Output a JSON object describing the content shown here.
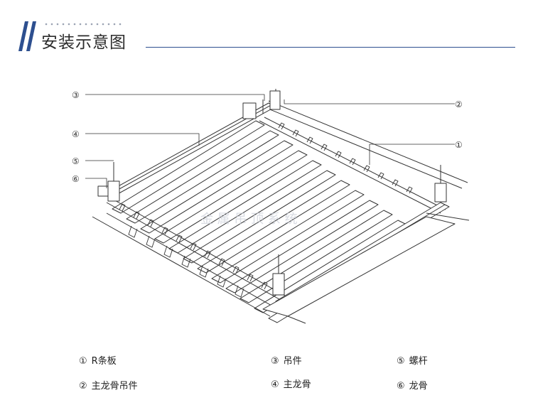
{
  "header": {
    "title": "安装示意图"
  },
  "colors": {
    "accent": "#2d4f8f",
    "line": "#333333"
  },
  "callouts": [
    {
      "num": "③"
    },
    {
      "num": "②"
    },
    {
      "num": "④"
    },
    {
      "num": "①"
    },
    {
      "num": "⑤"
    },
    {
      "num": "⑥"
    }
  ],
  "watermark": {
    "text": "金 属 吊 顶 系 统"
  },
  "legend": [
    {
      "num": "①",
      "label": "R条板"
    },
    {
      "num": "②",
      "label": "主龙骨吊件"
    },
    {
      "num": "③",
      "label": "吊件"
    },
    {
      "num": "④",
      "label": "主龙骨"
    },
    {
      "num": "⑤",
      "label": "螺杆"
    },
    {
      "num": "⑥",
      "label": "龙骨"
    }
  ]
}
